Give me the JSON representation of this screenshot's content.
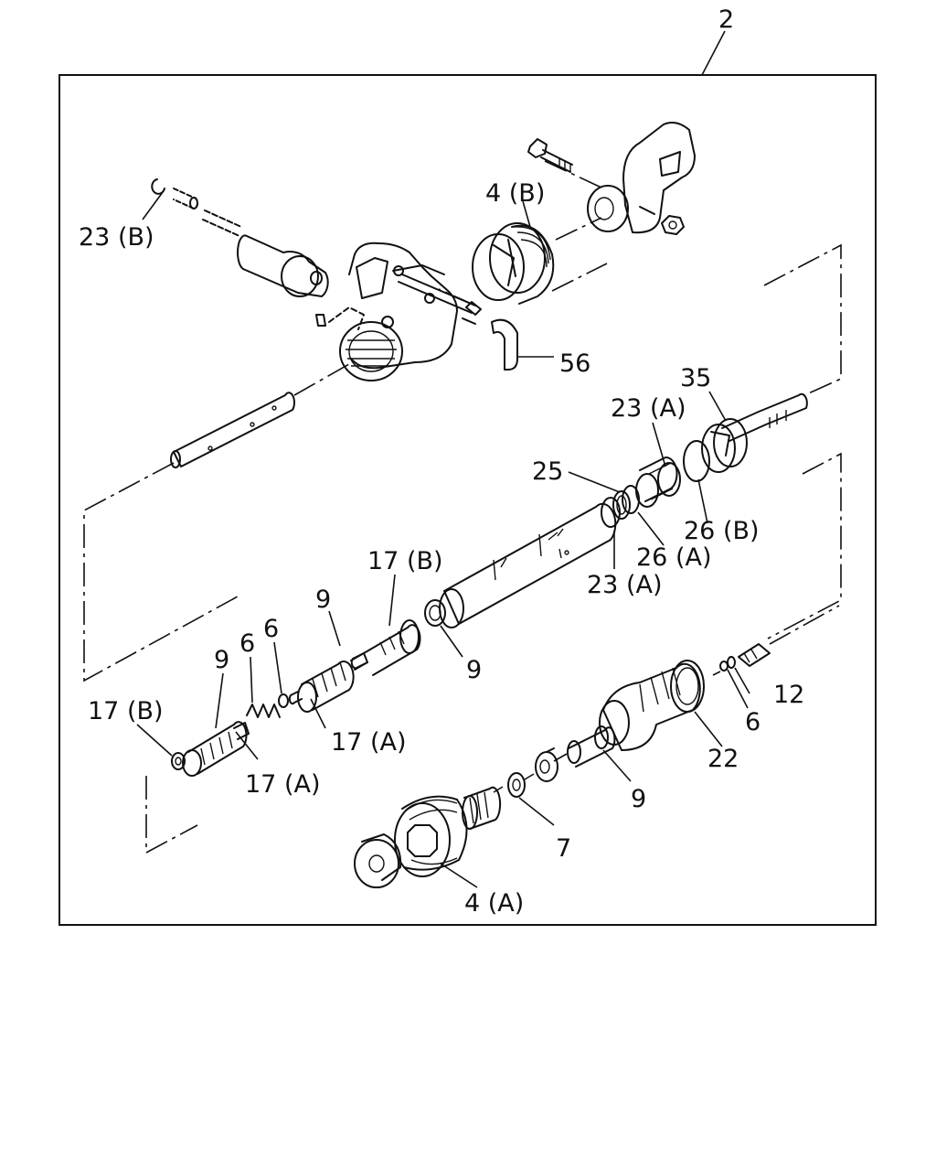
{
  "assembly_number": "2",
  "callouts": {
    "c_23b_top": "23 (B)",
    "c_4b": "4 (B)",
    "c_56": "56",
    "c_35": "35",
    "c_23a_top": "23 (A)",
    "c_25": "25",
    "c_26b": "26 (B)",
    "c_26a": "26 (A)",
    "c_23a_bottom": "23 (A)",
    "c_17b_mid": "17 (B)",
    "c_9_a": "9",
    "c_9_b": "9",
    "c_6_a": "6",
    "c_9_c": "9",
    "c_6_b": "6",
    "c_17a_a": "17 (A)",
    "c_17b_left": "17 (B)",
    "c_17a_b": "17 (A)",
    "c_12": "12",
    "c_6_c": "6",
    "c_22": "22",
    "c_9_d": "9",
    "c_7": "7",
    "c_4a": "4 (A)"
  }
}
